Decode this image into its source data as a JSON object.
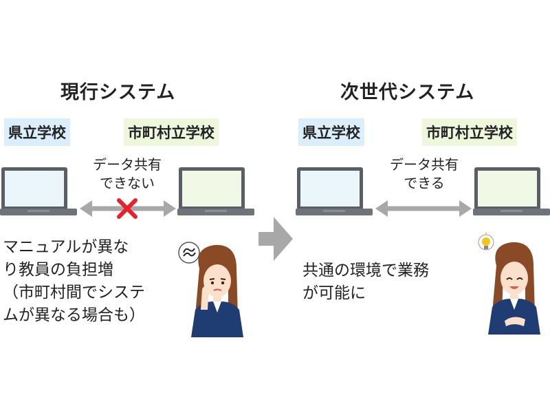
{
  "current": {
    "title": "現行システム",
    "pref_label": "県立学校",
    "city_label": "市町村立学校",
    "share_line1": "データ共有",
    "share_line2": "できない",
    "desc_lines": [
      "マニュアルが異な",
      "り教員の負担増",
      "（市町村間でシステ",
      "ムが異なる場合も）"
    ]
  },
  "next": {
    "title": "次世代システム",
    "pref_label": "県立学校",
    "city_label": "市町村立学校",
    "share_line1": "データ共有",
    "share_line2": "できる",
    "desc_lines": [
      "共通の環境で業務",
      "が可能に"
    ]
  },
  "colors": {
    "pref_bg": "#dbeefb",
    "city_bg": "#eef6dc",
    "cross": "#e8202a",
    "arrow": "#a8a8a8",
    "laptop_frame": "#5a5f66",
    "laptop_screen_pref": "#eaf6fb",
    "laptop_screen_city": "#f1f8e6",
    "teacher_suit": "#1f3d72",
    "teacher_hair": "#8a4a26",
    "idea_bulb": "#f5c518"
  },
  "icons": {
    "cross": "x-mark-icon",
    "transition": "right-arrow-icon",
    "worry": "worry-bubble-icon",
    "idea": "lightbulb-icon"
  }
}
